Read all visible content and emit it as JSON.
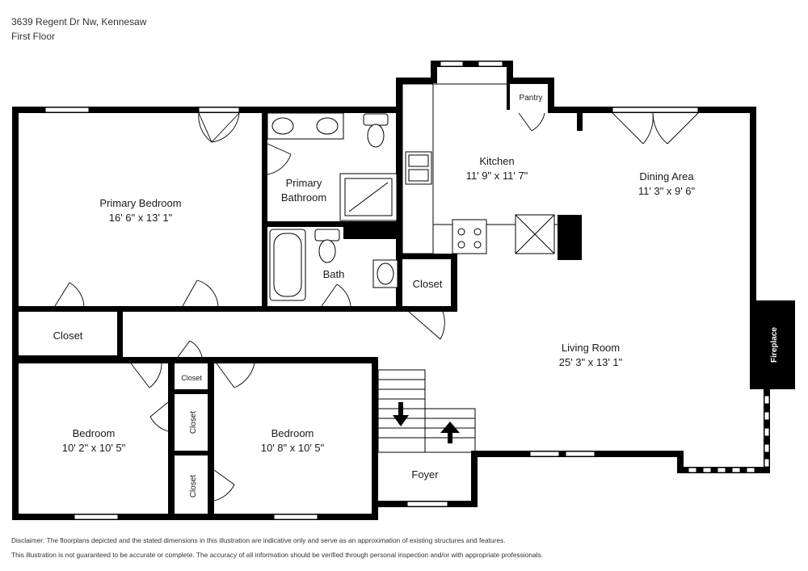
{
  "header": {
    "address": "3639 Regent Dr Nw, Kennesaw",
    "floor": "First Floor"
  },
  "rooms": {
    "primary_bedroom": {
      "name": "Primary Bedroom",
      "dims": "16' 6\" x 13' 1\""
    },
    "primary_bathroom": {
      "line1": "Primary",
      "line2": "Bathroom"
    },
    "kitchen": {
      "name": "Kitchen",
      "dims": "11' 9\" x 11' 7\""
    },
    "pantry": {
      "name": "Pantry"
    },
    "dining_area": {
      "name": "Dining Area",
      "dims": "11' 3\" x 9' 6\""
    },
    "bath": {
      "name": "Bath"
    },
    "closet_hall": {
      "name": "Closet"
    },
    "closet_left": {
      "name": "Closet"
    },
    "closet_small": {
      "name": "Closet"
    },
    "closet_mid": {
      "name": "Closet"
    },
    "closet_low": {
      "name": "Closet"
    },
    "living_room": {
      "name": "Living Room",
      "dims": "25' 3\" x 13' 1\""
    },
    "fireplace": {
      "name": "Fireplace"
    },
    "bedroom_left": {
      "name": "Bedroom",
      "dims": "10' 2\" x 10' 5\""
    },
    "bedroom_right": {
      "name": "Bedroom",
      "dims": "10' 8\" x 10' 5\""
    },
    "foyer": {
      "name": "Foyer"
    }
  },
  "disclaimer": {
    "line1": "Disclaimer: The floorplans depicted and the stated dimensions in this illustration are indicative only and serve as an approximation of existing structures and features.",
    "line2": "This illustration is not guaranteed to be accurate or complete. The accuracy of all information should be verified through personal inspection and/or with appropriate professionals."
  }
}
